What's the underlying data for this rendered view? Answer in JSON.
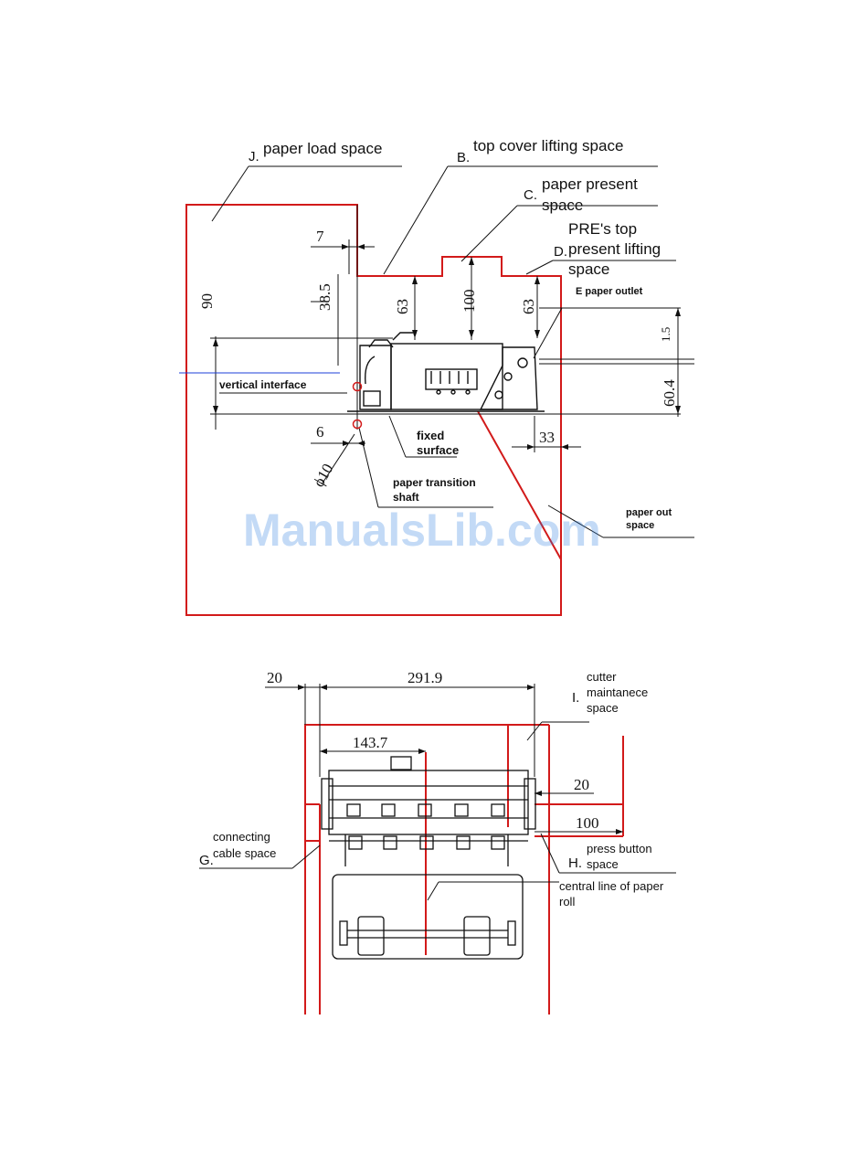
{
  "top_view": {
    "labels": {
      "J": "J.",
      "J_text": "paper load space",
      "B": "B.",
      "B_text": "top cover lifting space",
      "C": "C.",
      "C_text_1": "paper present",
      "C_text_2": "space",
      "D_text_1": "PRE's top",
      "D": "D.",
      "D_text_2": "present lifting",
      "D_text_3": "space",
      "E_text": "E paper outlet",
      "vertical_interface": "vertical interface",
      "fixed_surface_1": "fixed",
      "fixed_surface_2": "surface",
      "paper_transition_1": "paper transition",
      "paper_transition_2": "shaft",
      "paper_out_1": "paper out",
      "paper_out_2": "space"
    },
    "dimensions": {
      "d7": "7",
      "d38_5": "38.5",
      "d90": "90",
      "d63_left": "63",
      "d100": "100",
      "d63_right": "63",
      "d1_5": "1.5",
      "d60_4": "60.4",
      "d6": "6",
      "d33": "33",
      "phi10": "ϕ10"
    }
  },
  "bottom_view": {
    "labels": {
      "I": "I.",
      "I_text_1": "cutter",
      "I_text_2": "maintanece",
      "I_text_3": "space",
      "G": "G.",
      "G_text_1": "connecting",
      "G_text_2": "cable space",
      "H": "H.",
      "H_text_1": "press button",
      "H_text_2": "space",
      "central_line_1": "central line of paper",
      "central_line_2": "roll"
    },
    "dimensions": {
      "d20_left": "20",
      "d291_9": "291.9",
      "d143_7": "143.7",
      "d20_right": "20",
      "d100": "100"
    }
  },
  "watermark": "ManualsLib.com"
}
